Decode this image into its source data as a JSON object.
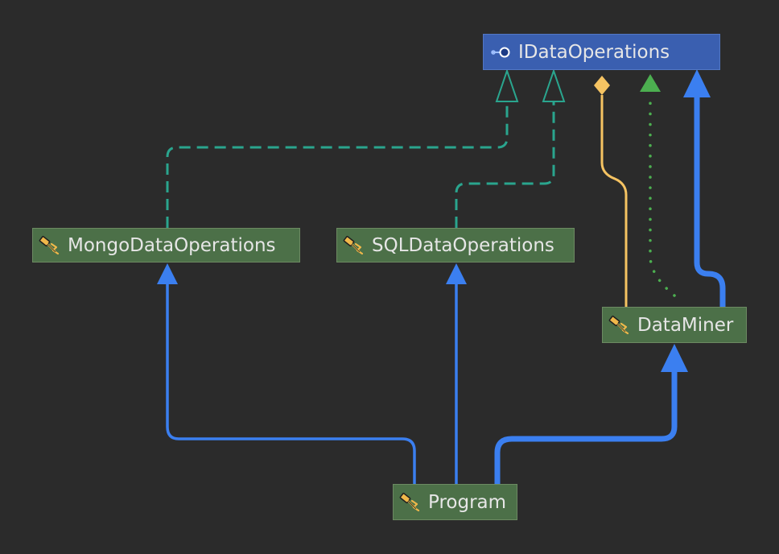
{
  "diagram": {
    "nodes": {
      "idataoperations": {
        "label": "IDataOperations",
        "kind": "interface",
        "icon": "interface-icon"
      },
      "mongodataoperations": {
        "label": "MongoDataOperations",
        "kind": "class",
        "icon": "class-icon"
      },
      "sqldataoperations": {
        "label": "SQLDataOperations",
        "kind": "class",
        "icon": "class-icon"
      },
      "dataminer": {
        "label": "DataMiner",
        "kind": "class",
        "icon": "class-icon"
      },
      "program": {
        "label": "Program",
        "kind": "class",
        "icon": "class-icon"
      }
    },
    "edges": [
      {
        "from": "MongoDataOperations",
        "to": "IDataOperations",
        "type": "realization"
      },
      {
        "from": "SQLDataOperations",
        "to": "IDataOperations",
        "type": "realization"
      },
      {
        "from": "DataMiner",
        "to": "IDataOperations",
        "type": "composition"
      },
      {
        "from": "DataMiner",
        "to": "IDataOperations",
        "type": "generalization"
      },
      {
        "from": "DataMiner",
        "to": "IDataOperations",
        "type": "association"
      },
      {
        "from": "Program",
        "to": "MongoDataOperations",
        "type": "association"
      },
      {
        "from": "Program",
        "to": "SQLDataOperations",
        "type": "association"
      },
      {
        "from": "Program",
        "to": "DataMiner",
        "type": "association"
      }
    ],
    "colors": {
      "background": "#2b2b2b",
      "class_fill": "#4c7048",
      "interface_fill": "#3a5fb0",
      "realization": "#2aa58e",
      "association": "#3b7ff0",
      "composition": "#f5c362",
      "generalization": "#4caf50"
    }
  }
}
